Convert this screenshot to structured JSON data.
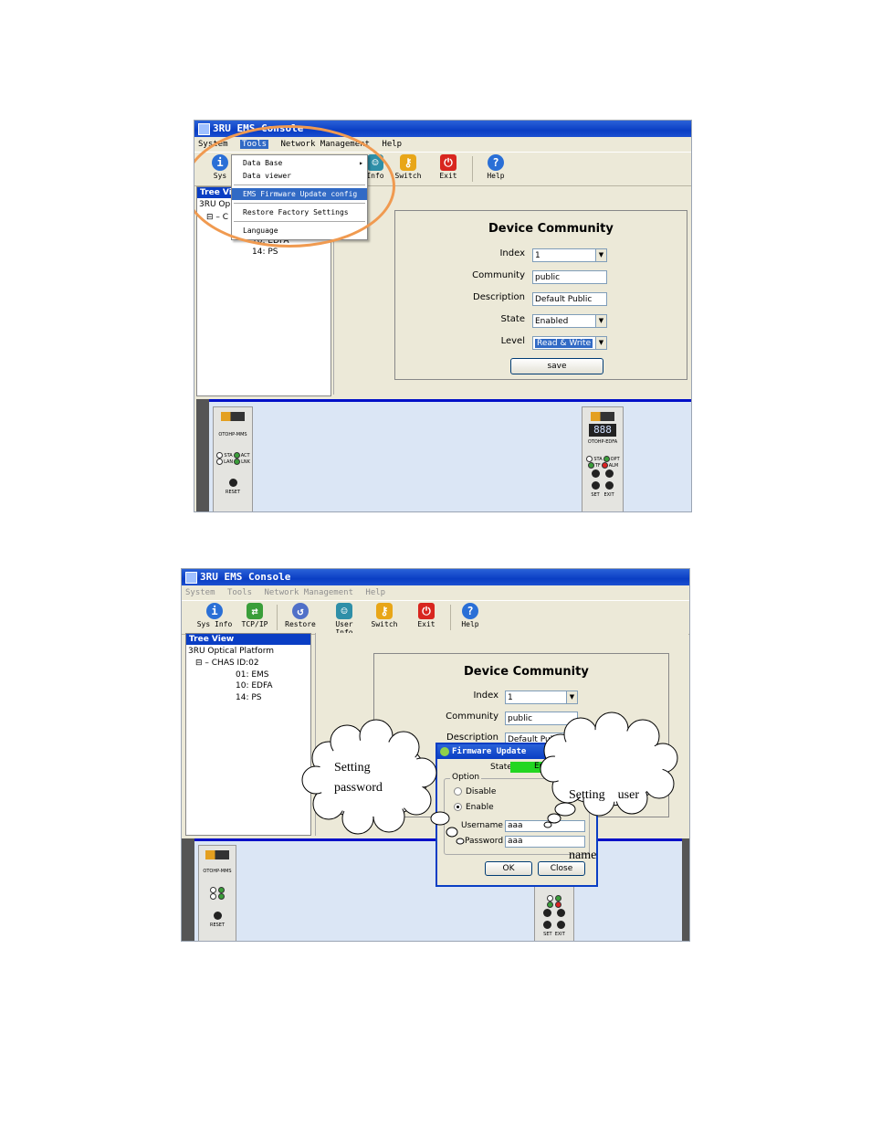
{
  "shot1": {
    "window_title": "3RU EMS Console",
    "menu": [
      "System",
      "Tools",
      "Network Management",
      "Help"
    ],
    "toolbar": {
      "sys": "Sys",
      "info": "Info",
      "switch": "Switch",
      "exit": "Exit",
      "help": "Help"
    },
    "tools_menu": {
      "data_base": "Data Base",
      "data_viewer": "Data viewer",
      "ems_update": "EMS Firmware Update config",
      "restore": "Restore Factory Settings",
      "language": "Language"
    },
    "tree": {
      "header": "Tree Vi",
      "row1": "3RU Op",
      "row2": "C",
      "row3": "10: EDFA",
      "row4": "14: PS"
    },
    "device_community": {
      "title": "Device Community",
      "index_label": "Index",
      "index_value": "1",
      "community_label": "Community",
      "community_value": "public",
      "description_label": "Description",
      "description_value": "Default Public",
      "state_label": "State",
      "state_value": "Enabled",
      "level_label": "Level",
      "level_value": "Read & Write",
      "save": "save"
    },
    "rack": {
      "card1": "OTOHP-MMS",
      "card1_leds": [
        "STA",
        "ACT",
        "LAN",
        "LNK"
      ],
      "card1_reset": "RESET",
      "card2": "OTOHP-EDFA",
      "card2_display": "888",
      "card2_leds": [
        "STA",
        "OPT",
        "TF",
        "ALM"
      ],
      "card2_buttons": [
        "SET",
        "EXIT"
      ]
    }
  },
  "shot2": {
    "window_title": "3RU EMS Console",
    "menu": [
      "System",
      "Tools",
      "Network Management",
      "Help"
    ],
    "toolbar": {
      "sysinfo": "Sys Info",
      "tcpip": "TCP/IP",
      "restore": "Restore",
      "userinfo": "User Info",
      "switch": "Switch",
      "exit": "Exit",
      "help": "Help"
    },
    "tree": {
      "header": "Tree View",
      "root": "3RU Optical Platform",
      "chas": "CHAS ID:02",
      "ems": "01: EMS",
      "edfa": "10: EDFA",
      "ps": "14: PS"
    },
    "device_community": {
      "title": "Device Community",
      "index_label": "Index",
      "index_value": "1",
      "community_label": "Community",
      "community_value": "public",
      "description_label": "Description",
      "description_value": "Default Public",
      "state_label": "State",
      "state_value": "En"
    },
    "dialog": {
      "title": "Firmware Update",
      "option": "Option",
      "disable": "Disable",
      "enable": "Enable",
      "username_label": "Username",
      "username_value": "aaa",
      "password_label": "Password",
      "password_value": "aaa",
      "ok": "OK",
      "close": "Close"
    },
    "callouts": {
      "password_line1": "Setting",
      "password_line2": "password",
      "user_line1": "Setting    user",
      "user_line2": "name"
    },
    "rack": {
      "card1": "OTOHP-MMS",
      "card1_reset": "RESET",
      "card2_buttons": [
        "SET",
        "EXIT"
      ]
    }
  },
  "colors": {
    "title_blue": "#0a3ec4",
    "highlight": "#316ac5",
    "oval": "#f09a50",
    "state_green": "#22d622"
  }
}
